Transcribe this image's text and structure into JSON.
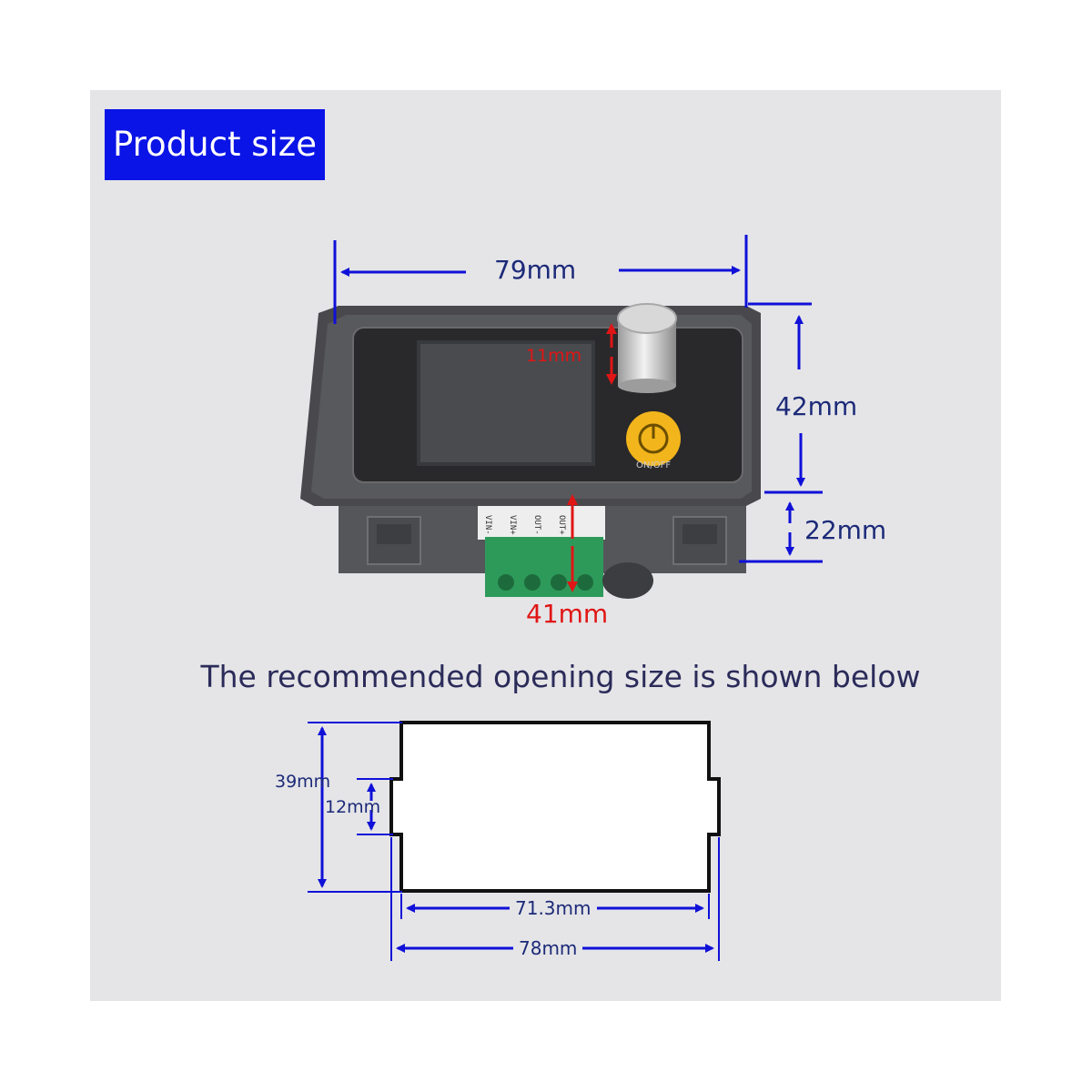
{
  "title": "Product size",
  "subtitle": "The recommended opening size is shown below",
  "device": {
    "button_label": "ON/OFF",
    "terminal_labels": [
      "VIN-",
      "VIN+",
      "OUT-",
      "OUT+"
    ]
  },
  "dimensions": {
    "width": "79mm",
    "front_height": "42mm",
    "depth": "22mm",
    "body_height": "41mm",
    "knob_height": "11mm"
  },
  "cutout": {
    "height": "39mm",
    "notch_height": "12mm",
    "narrow_width": "71.3mm",
    "full_width": "78mm"
  },
  "colors": {
    "title_bg": "#0a14e6",
    "panel_bg": "#e5e5e8",
    "dimension_blue": "#1010d8",
    "dimension_red": "#e01515"
  }
}
